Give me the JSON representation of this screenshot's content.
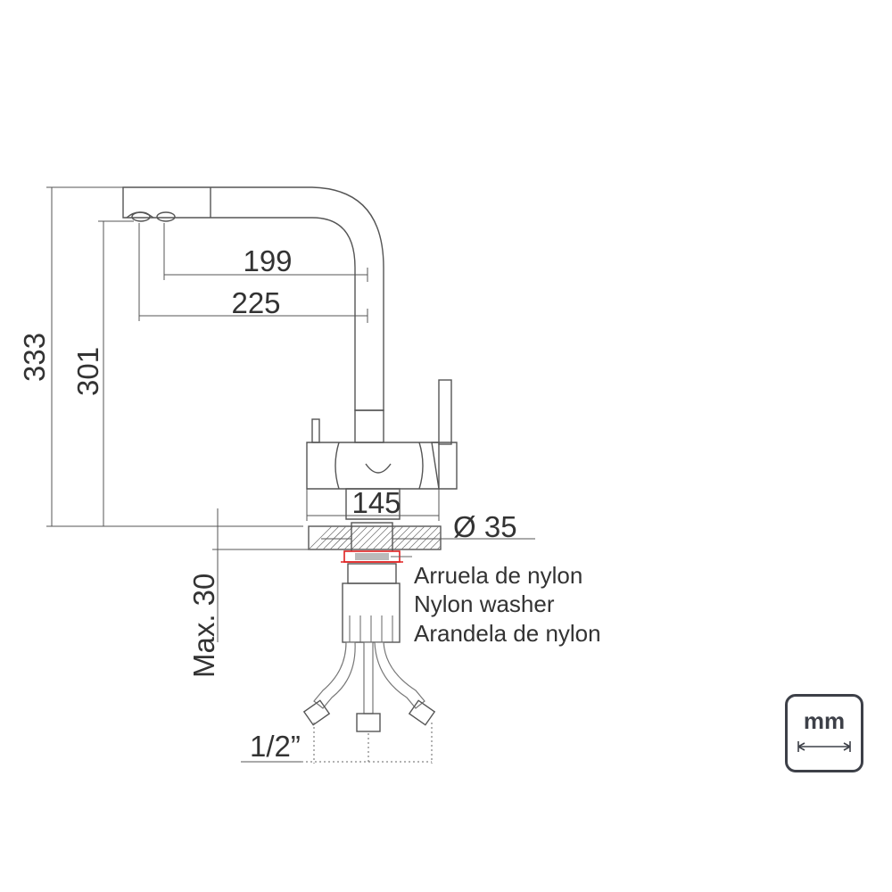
{
  "diagram": {
    "dimensions": {
      "height_total": "333",
      "height_outlet": "301",
      "reach_short": "199",
      "reach_long": "225",
      "base_width": "145",
      "hole_diameter": "Ø 35",
      "counter_thickness": "Max. 30",
      "hose_thread": "1/2”"
    },
    "washer_label": {
      "line1": "Arruela de nylon",
      "line2": "Nylon washer",
      "line3": "Arandela de nylon"
    },
    "unit": "mm",
    "colors": {
      "line": "#555555",
      "washer_accent": "#e02020",
      "badge": "#3d4048"
    },
    "icons": [
      "double-arrow-icon"
    ]
  }
}
